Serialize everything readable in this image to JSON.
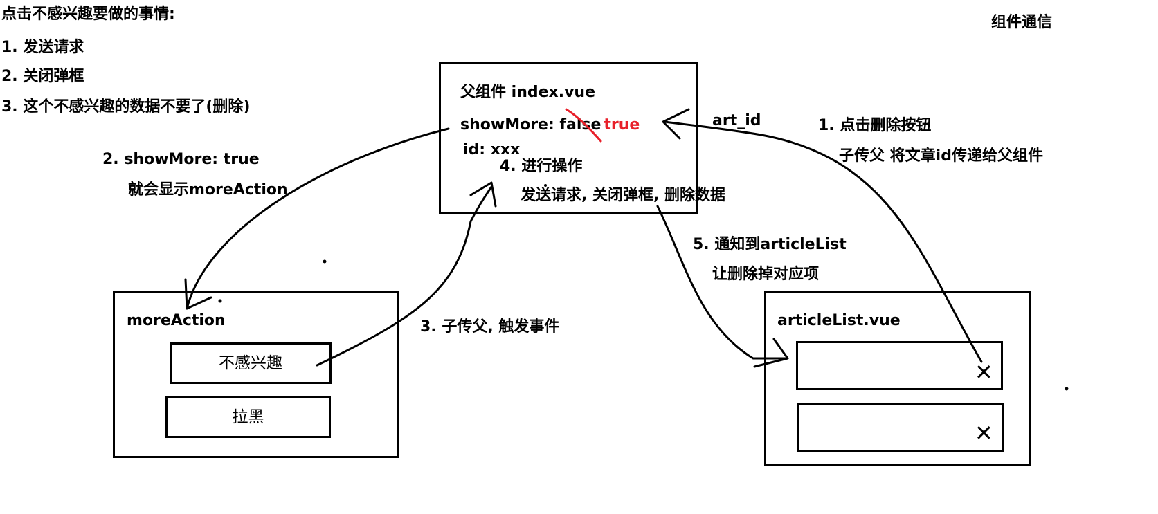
{
  "notes": {
    "heading": "点击不感兴趣要做的事情:",
    "items": [
      "1. 发送请求",
      "2. 关闭弹框",
      "3. 这个不感兴趣的数据不要了(删除)"
    ]
  },
  "topright_title": "组件通信",
  "parent": {
    "title": "父组件 index.vue",
    "prop_prefix": "showMore: fal",
    "prop_struck": "se",
    "prop_new": "true",
    "id_line": "id: xxx",
    "op_title": "4. 进行操作",
    "op_desc": "发送请求, 关闭弹框, 删除数据"
  },
  "more_action": {
    "title": "moreAction",
    "buttons": [
      "不感兴趣",
      "拉黑"
    ]
  },
  "article_list": {
    "title": "articleList.vue",
    "close_glyph": "✕"
  },
  "annotations": {
    "step2_line1": "2.  showMore: true",
    "step2_line2": "就会显示moreAction",
    "step3": "3. 子传父, 触发事件",
    "art_id": "art_id",
    "step1_line1": "1. 点击删除按钮",
    "step1_line2": "子传父  将文章id传递给父组件",
    "step5_line1": "5. 通知到articleList",
    "step5_line2": "让删除掉对应项"
  },
  "colors": {
    "accent_red": "#e8202a",
    "ink": "#000000"
  }
}
